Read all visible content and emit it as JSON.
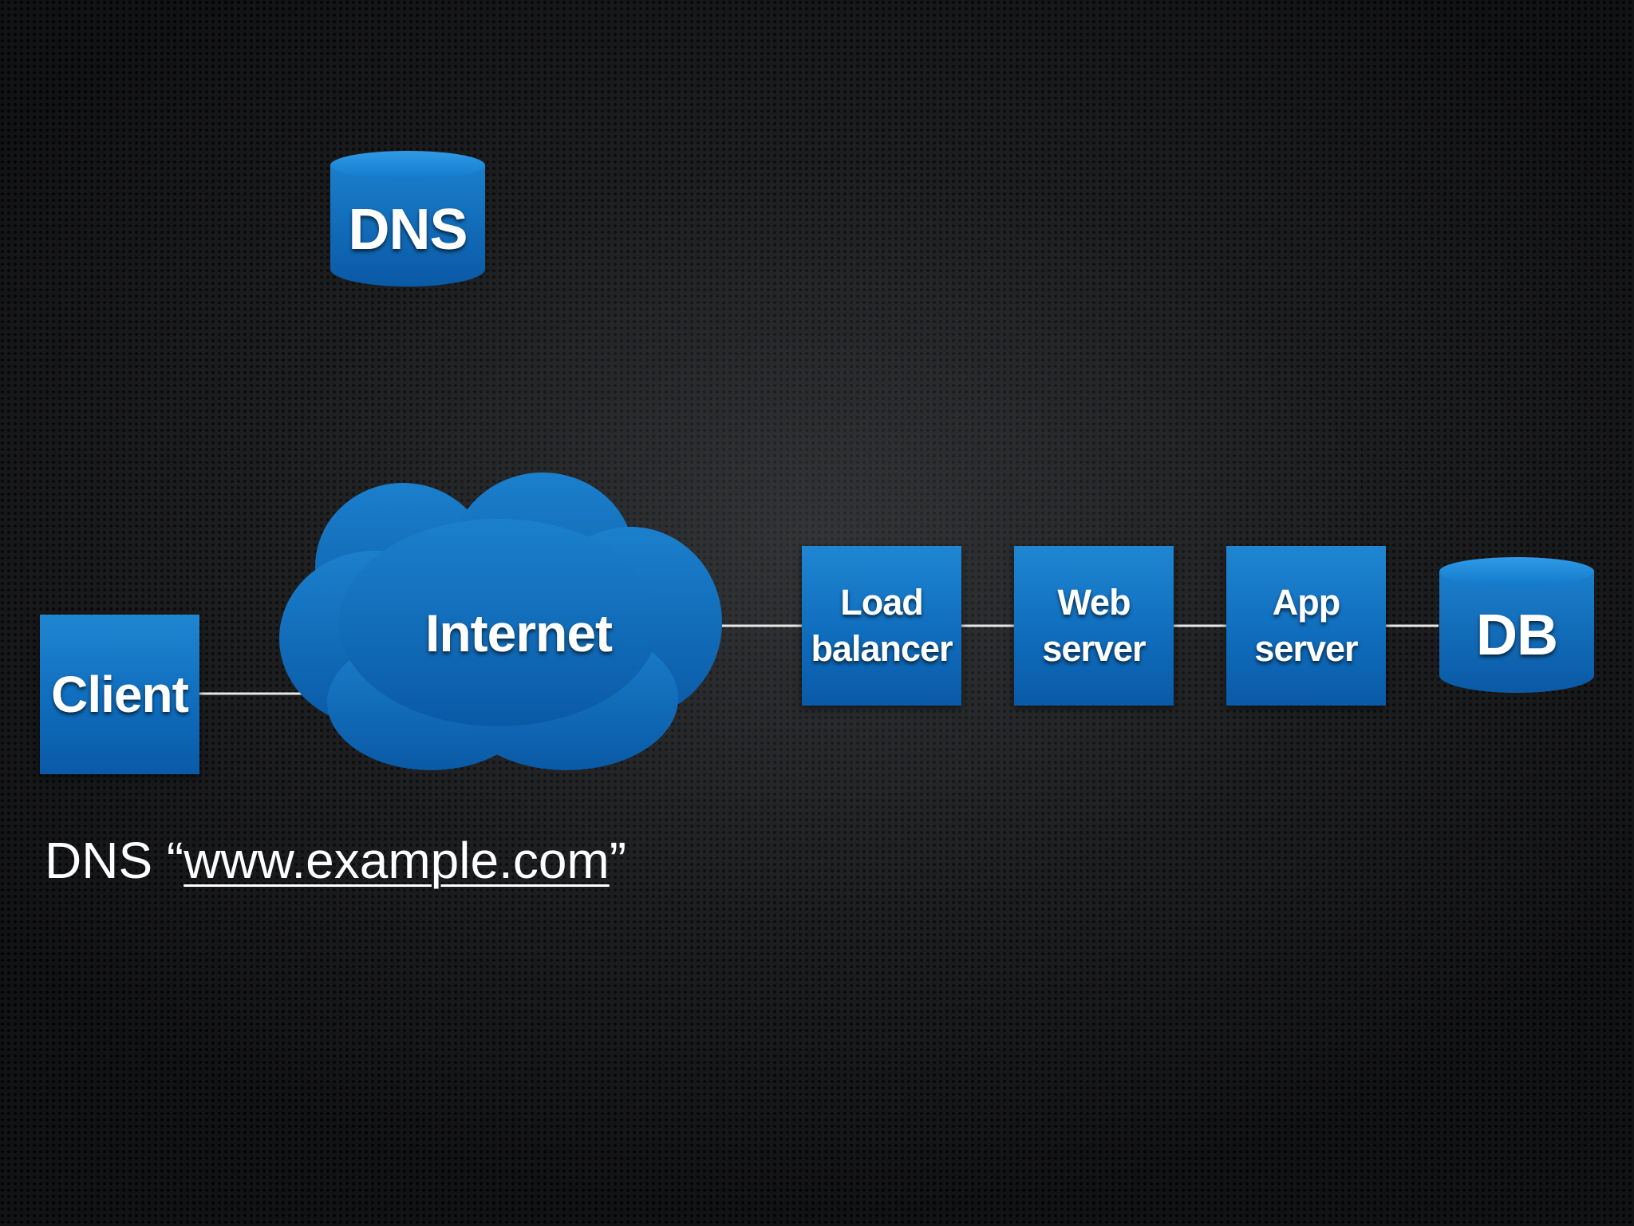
{
  "diagram": {
    "nodes": {
      "dns": {
        "label": "DNS",
        "shape": "cylinder"
      },
      "client": {
        "label": "Client",
        "shape": "box"
      },
      "internet": {
        "label": "Internet",
        "shape": "cloud"
      },
      "load_balancer": {
        "label": "Load\nbalancer",
        "shape": "box"
      },
      "web_server": {
        "label": "Web\nserver",
        "shape": "box"
      },
      "app_server": {
        "label": "App\nserver",
        "shape": "box"
      },
      "db": {
        "label": "DB",
        "shape": "cylinder"
      }
    },
    "edges": [
      {
        "from": "client",
        "to": "internet"
      },
      {
        "from": "internet",
        "to": "load_balancer"
      },
      {
        "from": "load_balancer",
        "to": "web_server"
      },
      {
        "from": "web_server",
        "to": "app_server"
      },
      {
        "from": "app_server",
        "to": "db"
      }
    ]
  },
  "caption": {
    "prefix": "DNS “",
    "url": "www.example.com",
    "suffix": "”"
  },
  "colors": {
    "node_blue": "#0f6dbd",
    "node_highlight": "#1f86d2",
    "connector": "#e8e8e8",
    "text": "#ffffff",
    "background": "#1c1d1f"
  }
}
